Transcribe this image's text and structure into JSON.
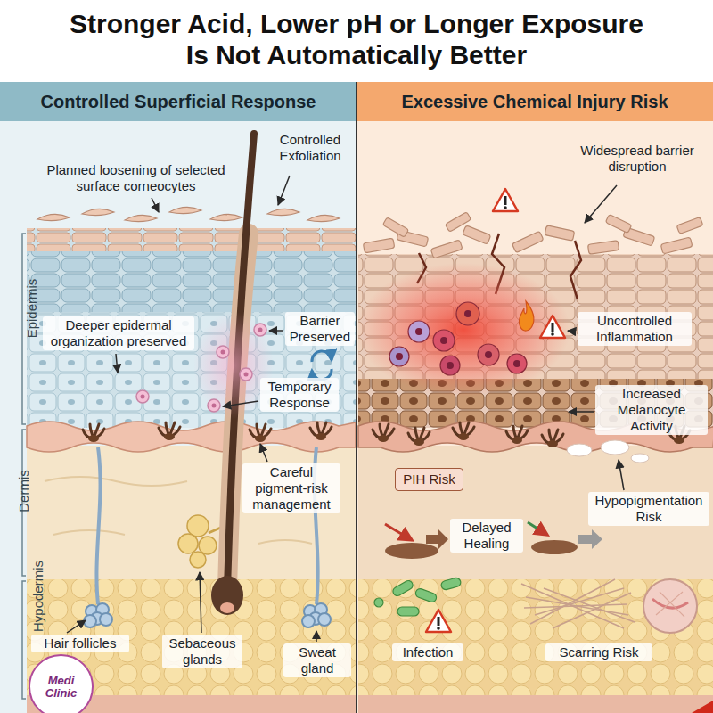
{
  "diagram": {
    "title": "Stronger Acid, Lower pH or Longer Exposure Is Not Automatically Better",
    "nodes": [
      {
        "text": [
          "Controlled Superficial Response"
        ]
      },
      {
        "text": [
          "Excessive Chemical Injury Risk"
        ]
      },
      {
        "text": [
          "PIH Risk"
        ],
        "in": 1
      },
      {
        "text": [
          "Medi Clinic"
        ],
        "in": 0
      }
    ],
    "labels": [
      "Planned loosening of selected surface corneocytes",
      "Controlled Exfoliation",
      "Epidermis",
      "Deeper epidermal organization preserved",
      "Barrier Preserved",
      "Temporary Response",
      "Dermis",
      "Careful pigment-risk management",
      "Hypodermis",
      "Hair follicles",
      "Sebaceous glands",
      "Sweat gland",
      "Widespread barrier disruption",
      "Uncontrolled Inflammation",
      "Increased Melanocyte Activity",
      "Hypopigmentation Risk",
      "Delayed Healing",
      "Infection",
      "Scarring Risk"
    ]
  }
}
